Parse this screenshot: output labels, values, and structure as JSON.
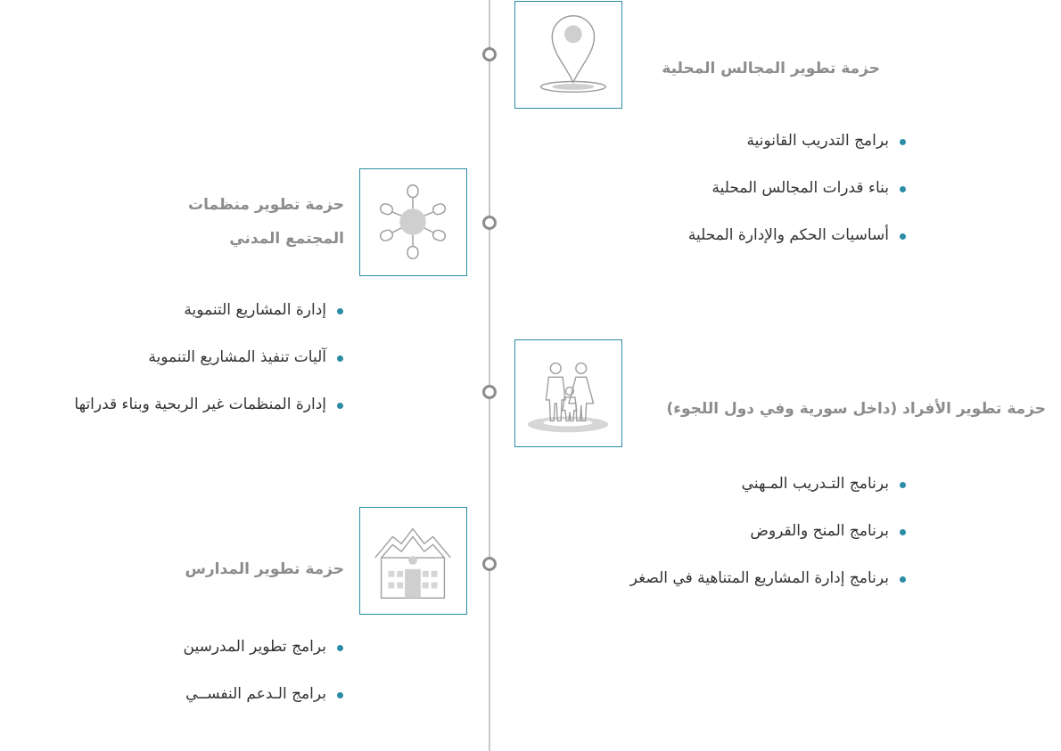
{
  "colors": {
    "accent": "#2a8da5",
    "timeline": "#c8c8c8",
    "node": "#8c8c8c",
    "title": "#8c8c8c"
  },
  "packages": [
    {
      "icon": "map-pin-icon",
      "title": "حزمة تطوير المجالس المحلية",
      "items": [
        "برامج التدريب القانونية",
        "بناء قدرات المجالس المحلية",
        "أساسيات الحكم والإدارة المحلية"
      ]
    },
    {
      "icon": "network-icon",
      "title_lines": [
        "حزمة تطوير منظمات",
        "المجتمع المدني"
      ],
      "items": [
        "إدارة المشاريع التنموية",
        "آليات تنفيذ المشاريع التنموية",
        "إدارة المنظمات غير الربحية وبناء قدراتها"
      ]
    },
    {
      "icon": "family-icon",
      "title": "حزمة تطوير الأفراد (داخل سورية وفي دول اللجوء)",
      "items": [
        "برنامج التـدريب المـهني",
        "برنامج المنح والقروض",
        "برنامج إدارة المشاريع المتناهية في الصغر"
      ]
    },
    {
      "icon": "school-icon",
      "title": "حزمة تطوير المدارس",
      "items": [
        "برامج تطوير المدرسين",
        "برامج الـدعم النفســي"
      ]
    }
  ]
}
